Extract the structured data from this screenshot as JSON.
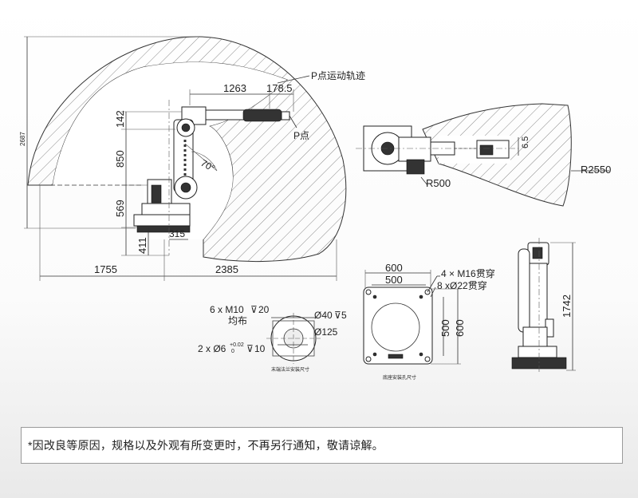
{
  "side_view": {
    "overall_height": "2687",
    "path_label": "P点运动轨迹",
    "point_label": "P点",
    "dim_reach_top": "1263",
    "dim_offset_top": "178.5",
    "dim_142": "142",
    "dim_850": "850",
    "dim_569": "569",
    "dim_411": "411",
    "dim_315": "315",
    "angle": "70°",
    "dim_rear": "1755",
    "dim_front": "2385"
  },
  "top_view": {
    "dim_65": "6.5",
    "radius_small": "R500",
    "radius_large": "R2550"
  },
  "flange": {
    "line1": "6 x M10",
    "line1_depth": "20",
    "line2": "均布",
    "line3": "2 x Ø6",
    "line3_tol_upper": "+0.02",
    "line3_tol_lower": "0",
    "line3_depth": "10",
    "dia1": "Ø40",
    "dia1_depth": "5",
    "dia2": "Ø125",
    "caption": "末端法兰安装尺寸"
  },
  "base": {
    "width_outer": "600",
    "width_inner": "500",
    "holes_through": "4 × M16贯穿",
    "holes_pin": "8 xØ22贯穿",
    "height_inner": "500",
    "height_outer": "600",
    "caption": "底座安装孔尺寸"
  },
  "front_view": {
    "height": "1742"
  },
  "notice": "*因改良等原因，规格以及外观有所变更时，不再另行通知，敬请谅解。"
}
